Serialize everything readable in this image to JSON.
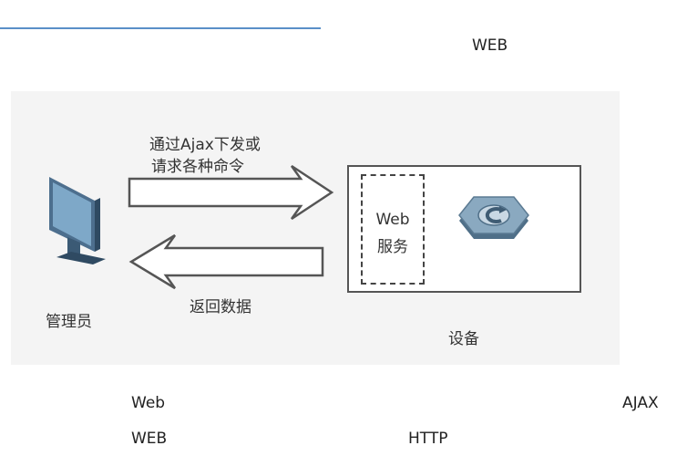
{
  "header": {
    "title_partial": "WEB"
  },
  "diagram": {
    "arrow_request_line1": "通过Ajax下发或",
    "arrow_request_line2": "请求各种命令",
    "arrow_response_label": "返回数据",
    "admin_label": "管理员",
    "web_service_line1": "Web",
    "web_service_line2": "服务",
    "device_label": "设备",
    "icons": [
      "computer-monitor",
      "router-device"
    ],
    "colors": {
      "panel_bg": "#f4f4f4",
      "rule": "#5a8fc8",
      "router": "#7fa0b8"
    }
  },
  "body_text": {
    "line1_left": "Web",
    "line1_right": "AJAX",
    "line2_left": "WEB",
    "line2_mid": "HTTP"
  }
}
